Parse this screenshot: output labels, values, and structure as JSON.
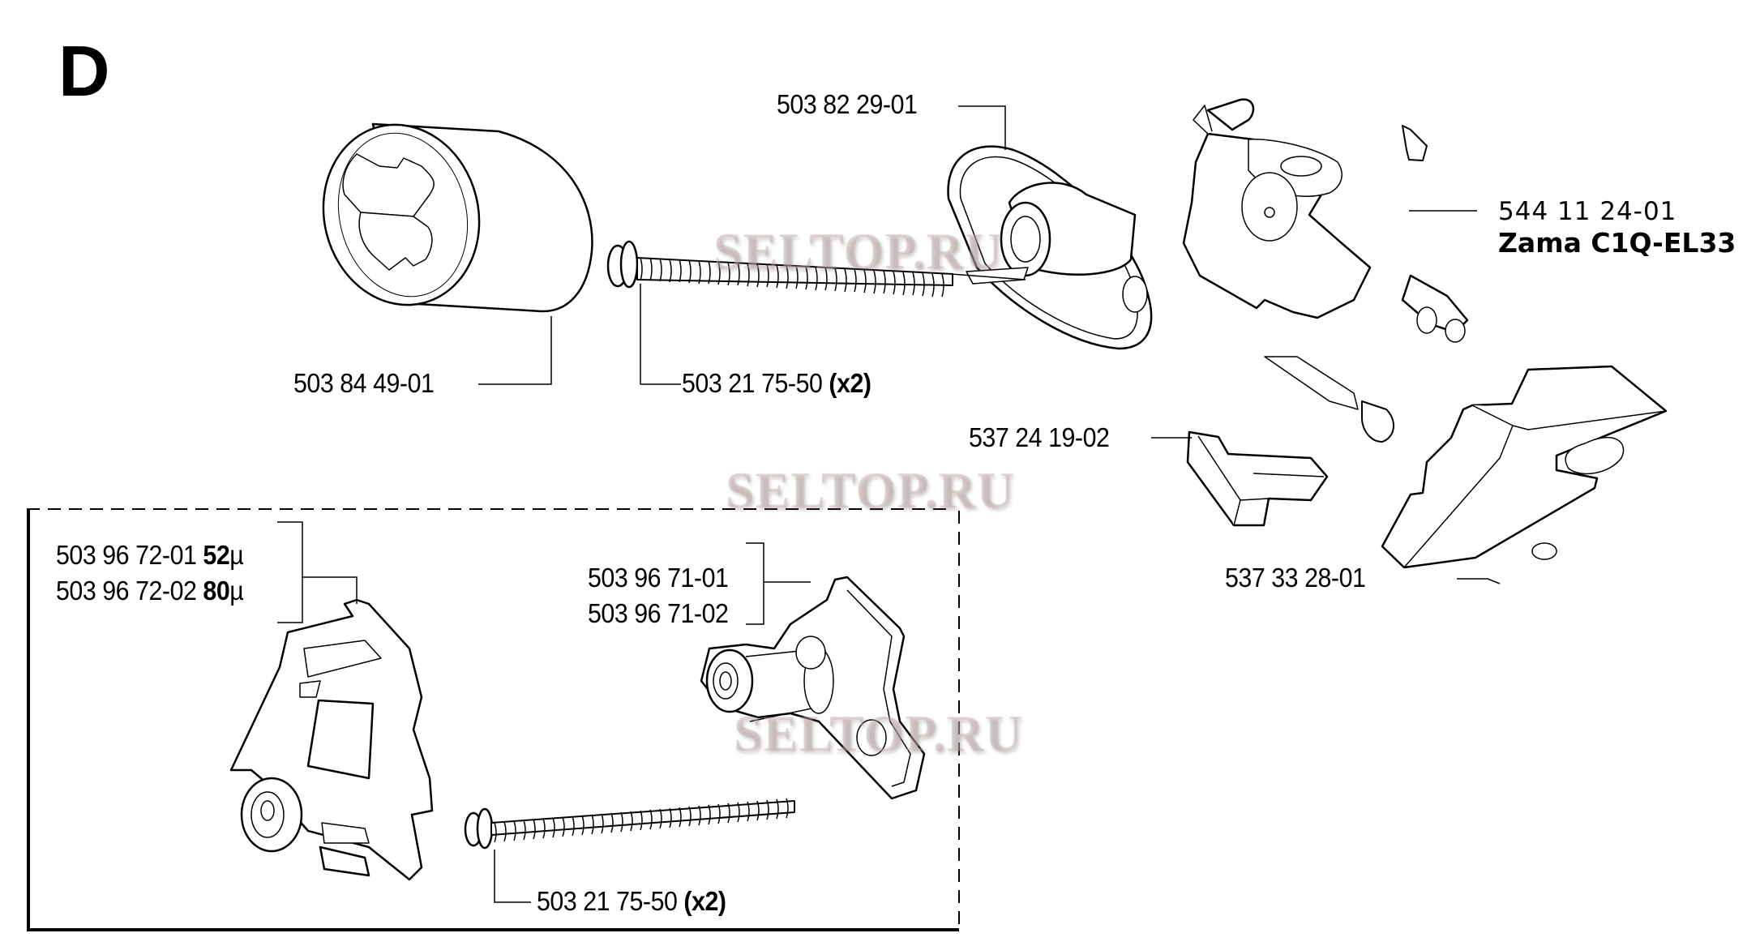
{
  "diagram": {
    "section_letter": "D",
    "watermark": "SELTOP.RU",
    "parts": [
      {
        "id": "air-filter",
        "number": "503 84 49-01"
      },
      {
        "id": "screw-top",
        "number": "503 21 75-50",
        "qty": "(x2)"
      },
      {
        "id": "intake-adapter",
        "number": "503 82 29-01"
      },
      {
        "id": "carburetor",
        "number": "544 11 24-01",
        "model": "Zama C1Q-EL33"
      },
      {
        "id": "spacer-block",
        "number": "537 24 19-02"
      },
      {
        "id": "gasket",
        "number": "537 33 28-01"
      }
    ],
    "kit_box": {
      "parts": [
        {
          "id": "filter-holder",
          "numbers": [
            {
              "number": "503 96 72-01",
              "spec": "52",
              "unit": "µ"
            },
            {
              "number": "503 96 72-02",
              "spec": "80",
              "unit": "µ"
            }
          ]
        },
        {
          "id": "holder-bracket",
          "numbers": [
            "503 96 71-01",
            "503 96 71-02"
          ]
        },
        {
          "id": "screw-bottom",
          "number": "503 21 75-50",
          "qty": "(x2)"
        }
      ]
    }
  }
}
